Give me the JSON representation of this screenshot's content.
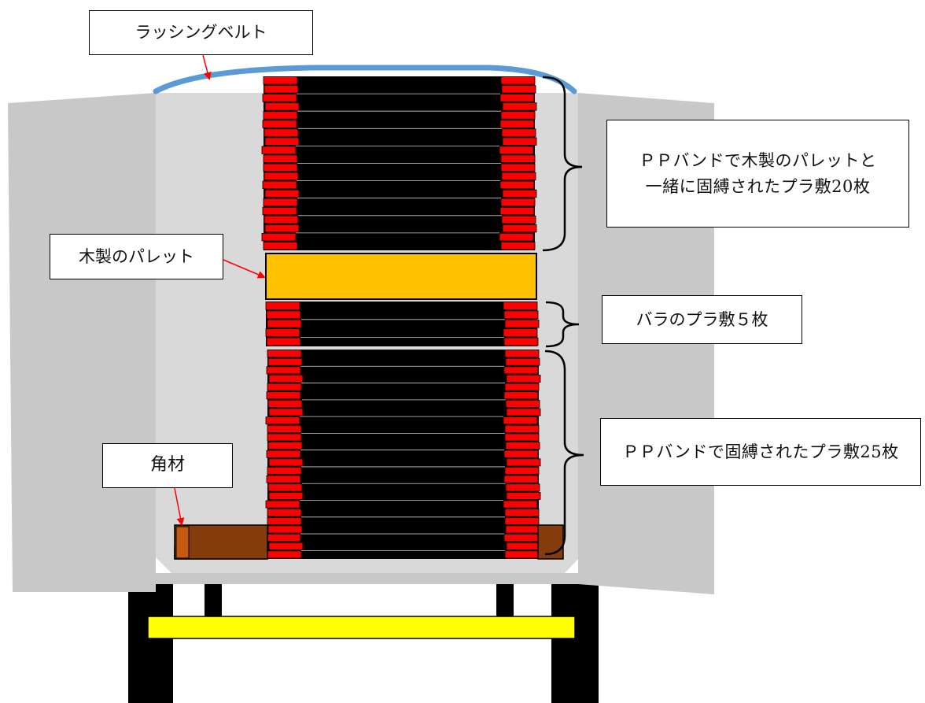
{
  "labels": {
    "lashing_belt": "ラッシングベルト",
    "wooden_pallet": "木製のパレット",
    "top_stack": {
      "line1": "ＰＰバンドで木製のパレットと",
      "line2": "一緒に固縛されたプラ敷20枚"
    },
    "loose_sheets": "バラのプラ敷５枚",
    "bottom_stack": "ＰＰバンドで固縛されたプラ敷25枚",
    "square_timber": "角材"
  },
  "quantities": {
    "top_stack_sheets": 20,
    "loose_sheets": 5,
    "bottom_stack_sheets": 25
  },
  "colors": {
    "truck_wall": "#c8c8c8",
    "cargo_area": "#d9d9d9",
    "sheet_body": "#000000",
    "sheet_edge": "#ff0000",
    "pallet": "#ffc000",
    "timber": "#843c0c",
    "timber_end": "#c55a11",
    "lashing_belt": "#5b9bd5",
    "axle": "#ffff00",
    "chassis": "#000000",
    "arrow": "#ff0000"
  }
}
